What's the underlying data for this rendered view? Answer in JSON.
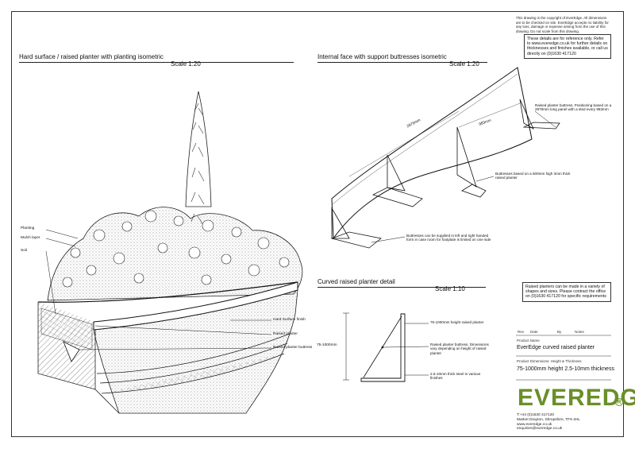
{
  "copyright": "This drawing is the copyright of EverEdge. All dimensions are to be checked on site. EverEdge accepts no liability for any loss, damage or expense arising from the use of this drawing. Do not scale from this drawing.",
  "ref_note": "These details are for reference only. Refer to www.everedge.co.uk for further details on thicknesses and finishes available, or call us directly on (0)1630 417120",
  "shapes_note": "Raised planters can be made in a variety of shapes and sizes. Please contract the office on (0)1630 417120 for specific requirements",
  "views": {
    "hard": {
      "title": "Hard surface / raised planter with planting isometric",
      "scale": "Scale 1:20"
    },
    "internal": {
      "title": "Internal face with support buttresses isometric",
      "scale": "Scale 1:20"
    },
    "curved": {
      "title": "Curved raised planter detail",
      "scale": "Scale 1:10"
    }
  },
  "labels_left": {
    "planting": "Planting",
    "mulch": "Mulch layer",
    "soil": "Soil",
    "hard_finish": "Hard Surface finish",
    "raised_planter": "Raised planter",
    "buttress": "Raised planter buttress"
  },
  "labels_internal": {
    "dim_long": "2979mm",
    "dim_short": "983mm",
    "buttress_pos": "Raised planter buttress. Positioning based on a 2979mm long panel with a sted every 983mm",
    "buttress_based": "Buttresses based on a 500mm high 3mm thick raised planter",
    "buttress_handed": "Buttresses can be supplied in left and right handed form in case room for footplate is limited on one side"
  },
  "labels_detail": {
    "height_dim": "75-1000mm",
    "height_note": "75-1000mm height raised planter",
    "buttress_note": "Raised planter buttress. Dimensions vary depending on height of raised planter",
    "steel_note": "2.5-10mm thick steel in various finishes"
  },
  "title_block": {
    "rev": "Rev",
    "date": "Date",
    "by": "By",
    "notes": "Notes",
    "product_name_label": "Product Name",
    "product_name": "EverEdge curved raised planter",
    "product_dims_label": "Product Dimensions: Height & Thickness",
    "product_dims": "75-1000mm height 2.5-10mm thickness"
  },
  "brand": {
    "logo": "EVEREDGE",
    "reg": "R",
    "color": "#6a8f2a",
    "tel": "T:+44 (0)1630 417120",
    "address": "Market Drayton, Shropshire, TF9 4HL",
    "web": "www.everedge.co.uk",
    "email": "enquiries@everedge.co.uk"
  }
}
